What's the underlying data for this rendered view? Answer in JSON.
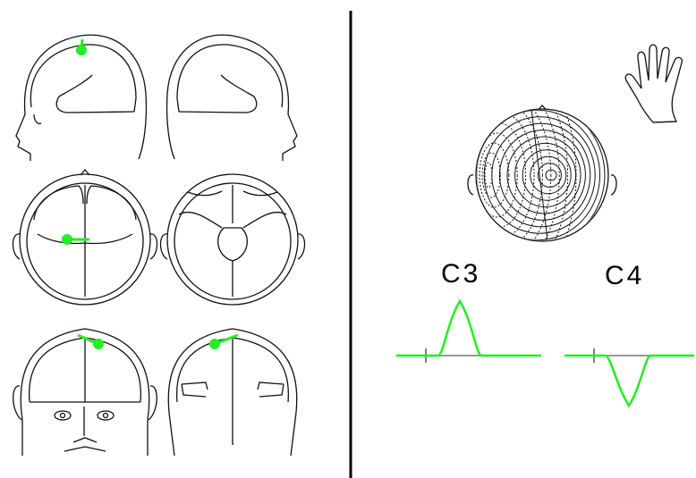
{
  "panels": {
    "left": {
      "rows": [
        {
          "views": [
            "left-lateral",
            "right-lateral"
          ]
        },
        {
          "views": [
            "top",
            "bottom"
          ]
        },
        {
          "views": [
            "front",
            "back"
          ]
        }
      ]
    },
    "right": {
      "icon": "hand-icon",
      "topomap": "dipole-isopotential",
      "channels": [
        {
          "label": "C3",
          "polarity": "positive"
        },
        {
          "label": "C4",
          "polarity": "negative"
        }
      ]
    }
  },
  "colors": {
    "dipole": "#22ee22",
    "trace": "#22ee22",
    "baseline": "#999999",
    "line": "#111111",
    "divider": "#000000"
  }
}
